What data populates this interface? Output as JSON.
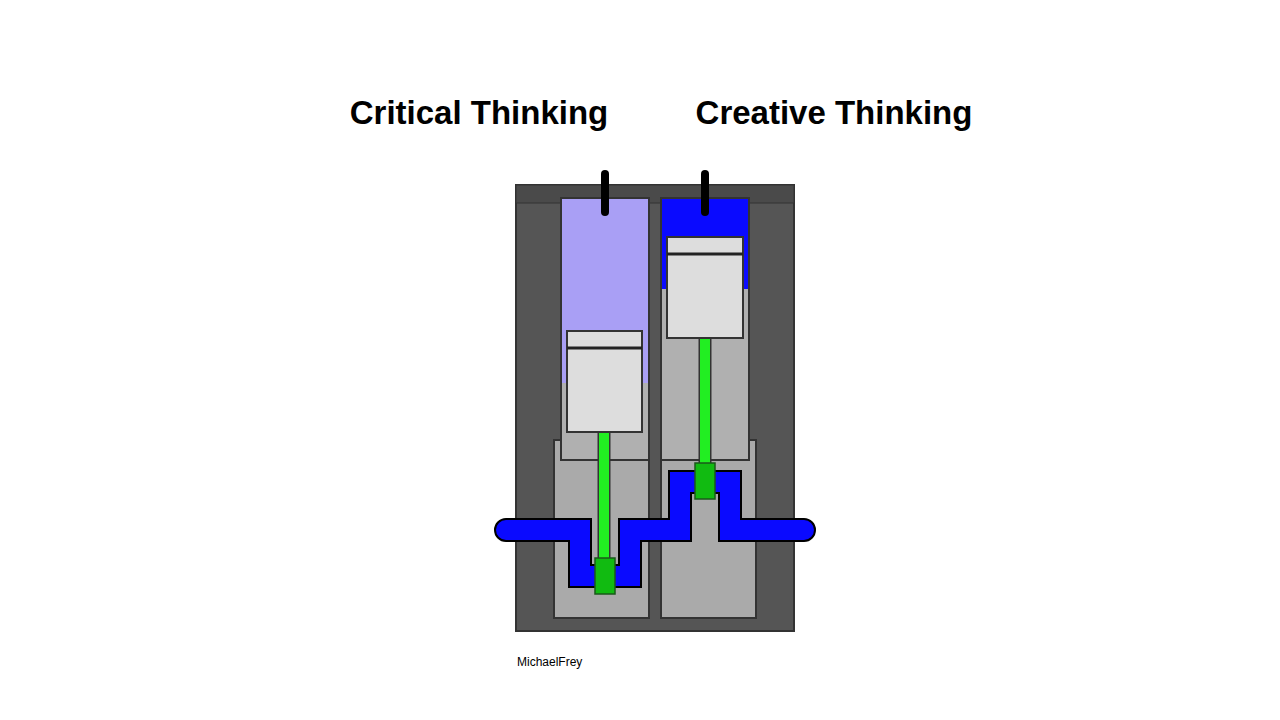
{
  "diagram": {
    "labels": [
      "Critical Thinking",
      "Creative Thinking",
      "MichaelFrey"
    ]
  }
}
